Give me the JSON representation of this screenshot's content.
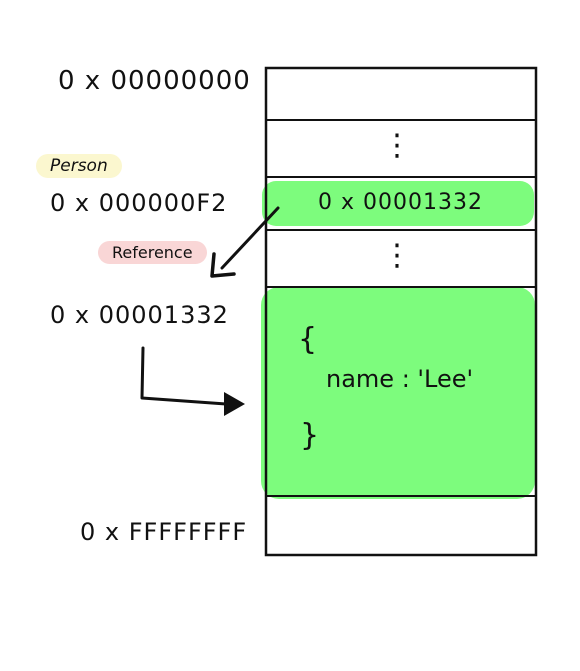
{
  "addresses": {
    "start": "0 x 00000000",
    "person": "0 x 000000F2",
    "object": "0 x 00001332",
    "end": "0 x FFFFFFFF"
  },
  "labels": {
    "person": "Person",
    "reference": "Reference"
  },
  "memory": {
    "ellipsis_top": "⋮",
    "stored_value": "0 x 00001332",
    "ellipsis_mid": "⋮",
    "object_open": "{",
    "object_body": "name : 'Lee'",
    "object_close": "}"
  },
  "colors": {
    "highlight_green": "#7dfc7d",
    "person_tag_bg": "#fbf7cf",
    "reference_tag_bg": "#f9d6d6"
  }
}
